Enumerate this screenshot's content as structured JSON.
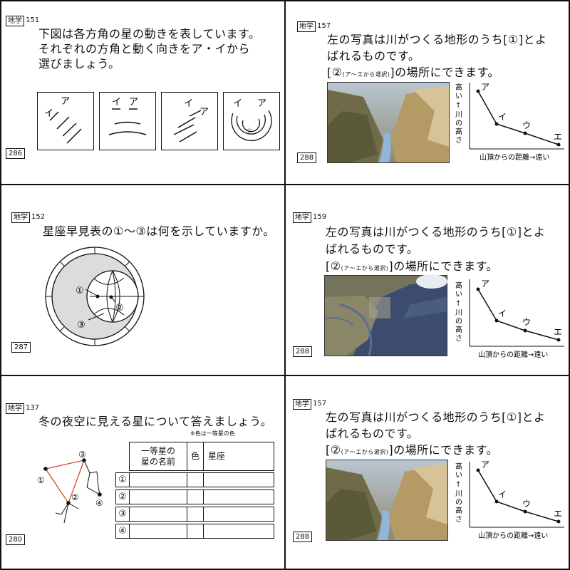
{
  "cards": [
    {
      "subject": "地学",
      "qnum": "151",
      "card_no": "286",
      "lines": [
        "下図は各方角の星の動きを表しています。",
        "それぞれの方角と動く向きをア・イから",
        "選びましょう。"
      ],
      "panels": [
        {
          "a": "ア",
          "i": "イ"
        },
        {
          "a": "ア",
          "i": "イ"
        },
        {
          "a": "ア",
          "i": "イ"
        },
        {
          "a": "ア",
          "i": "イ"
        }
      ]
    },
    {
      "subject": "地学",
      "qnum": "157",
      "card_no": "288",
      "line1": "左の写真は川がつくる地形のうち[①]とよ",
      "line2": "ばれるものです。",
      "line3_pre": "[②",
      "line3_small": "(ア～エから選択)",
      "line3_post": "]の場所にできます。",
      "graph": {
        "y_label": [
          "高",
          "い",
          "↑",
          "川",
          "の",
          "高",
          "さ"
        ],
        "x_label": "山頂からの距離→遠い",
        "points": [
          "ア",
          "イ",
          "ウ",
          "エ"
        ]
      }
    },
    {
      "subject": "地学",
      "qnum": "152",
      "card_no": "287",
      "line1": "星座早見表の①～③は何を示していますか。",
      "labels": [
        "①",
        "②",
        "③"
      ]
    },
    {
      "subject": "地学",
      "qnum": "159",
      "card_no": "288",
      "line1": "左の写真は川がつくる地形のうち[①]とよ",
      "line2": "ばれるものです。",
      "line3_pre": "[②",
      "line3_small": "(ア～エから選択)",
      "line3_post": "]の場所にできます。",
      "graph": {
        "y_label": [
          "高",
          "い",
          "↑",
          "川",
          "の",
          "高",
          "さ"
        ],
        "x_label": "山頂からの距離→遠い",
        "points": [
          "ア",
          "イ",
          "ウ",
          "エ"
        ]
      }
    },
    {
      "subject": "地学",
      "qnum": "137",
      "card_no": "280",
      "line1": "冬の夜空に見える星について答えましょう。",
      "note": "※色は一等星の色",
      "table": {
        "col1_l1": "一等星の",
        "col1_l2": "星の名前",
        "col2": "色",
        "col3": "星座",
        "rows": [
          "①",
          "②",
          "③",
          "④"
        ]
      },
      "labels": [
        "①",
        "②",
        "③",
        "④"
      ]
    },
    {
      "subject": "地学",
      "qnum": "157",
      "card_no": "288",
      "line1": "左の写真は川がつくる地形のうち[①]とよ",
      "line2": "ばれるものです。",
      "line3_pre": "[②",
      "line3_small": "(ア～エから選択)",
      "line3_post": "]の場所にできます。",
      "graph": {
        "y_label": [
          "高",
          "い",
          "↑",
          "川",
          "の",
          "高",
          "さ"
        ],
        "x_label": "山頂からの距離→遠い",
        "points": [
          "ア",
          "イ",
          "ウ",
          "エ"
        ]
      }
    }
  ],
  "colors": {
    "triangle": "#d24a2a",
    "panel_fill": "#dcdcdc",
    "water": "#8fb8d8"
  }
}
